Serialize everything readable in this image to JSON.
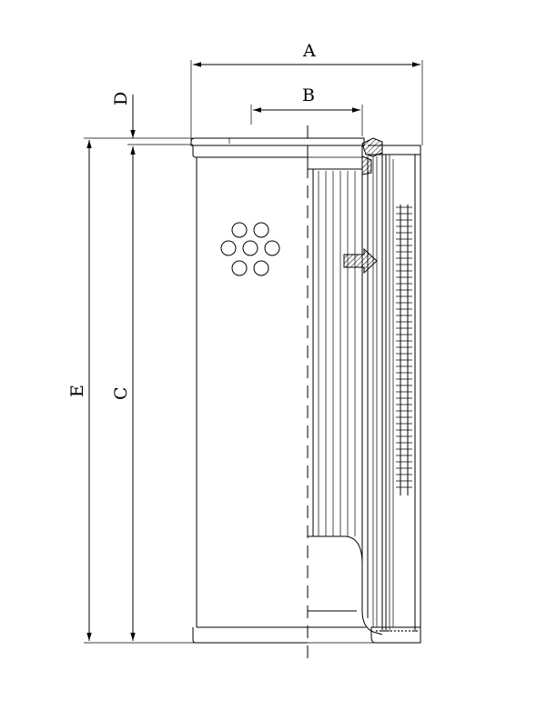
{
  "drawing": {
    "subject": "",
    "dimensions": [
      {
        "id": "A",
        "label": "A"
      },
      {
        "id": "B",
        "label": "B"
      },
      {
        "id": "C",
        "label": "C"
      },
      {
        "id": "D",
        "label": "D"
      },
      {
        "id": "E",
        "label": "E"
      }
    ],
    "flow_arrow": "arrow-right-icon",
    "colors": {
      "line": "#000000",
      "background": "#ffffff"
    }
  }
}
